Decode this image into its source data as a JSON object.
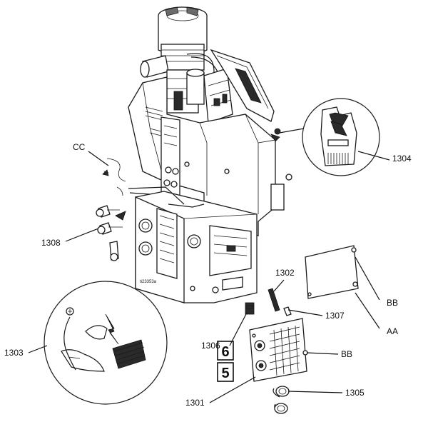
{
  "figure_id": "ti23353a",
  "callouts": {
    "c1301": "1301",
    "c1302": "1302",
    "c1303": "1303",
    "c1304": "1304",
    "c1305": "1305",
    "c1306": "1306",
    "c1307": "1307",
    "c1308": "1308",
    "cc": "CC",
    "aa": "AA",
    "bb_top": "BB",
    "bb_bottom": "BB"
  },
  "module_badges": {
    "badge_6": "6",
    "badge_5": "5"
  }
}
